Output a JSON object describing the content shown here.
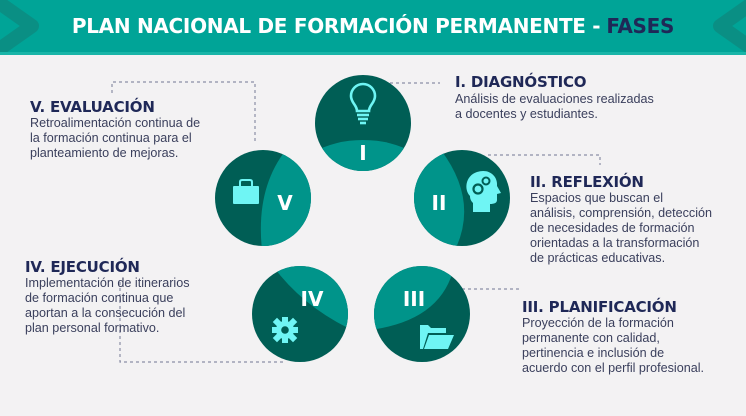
{
  "header": {
    "title_main": "PLAN NACIONAL DE FORMACIÓN PERMANENTE -",
    "title_accent": "FASES"
  },
  "colors": {
    "header_bg": "#00a497",
    "circle_dark": "#005e55",
    "circle_light": "#00948a",
    "icon": "#6ff5f4",
    "title_text": "#1f2857",
    "body_text": "#3a3f5c",
    "background": "#f3f2f3"
  },
  "phases": [
    {
      "numeral": "I",
      "title": "I. DIAGNÓSTICO",
      "icon": "lightbulb-icon",
      "description_lines": [
        "Análisis de evaluaciones realizadas",
        "a docentes y estudiantes."
      ]
    },
    {
      "numeral": "II",
      "title": "II. REFLEXIÓN",
      "icon": "head-gears-icon",
      "description_lines": [
        "Espacios que buscan el",
        "análisis, comprensión, detección",
        "de necesidades de formación",
        "orientadas a la transformación",
        "de prácticas educativas."
      ]
    },
    {
      "numeral": "III",
      "title": "III. PLANIFICACIÓN",
      "icon": "folder-icon",
      "description_lines": [
        "Proyección de la formación",
        "permanente con calidad,",
        "pertinencia e inclusión de",
        "acuerdo con el perfil profesional."
      ]
    },
    {
      "numeral": "IV",
      "title": "IV. EJECUCIÓN",
      "icon": "gear-icon",
      "description_lines": [
        "Implementación de itinerarios",
        "de formación continua que",
        "aportan a la consecución del",
        "plan personal formativo."
      ]
    },
    {
      "numeral": "V",
      "title": "V. EVALUACIÓN",
      "icon": "briefcase-icon",
      "description_lines": [
        "Retroalimentación continua de",
        "la formación continua para el",
        "planteamiento de mejoras."
      ]
    }
  ]
}
